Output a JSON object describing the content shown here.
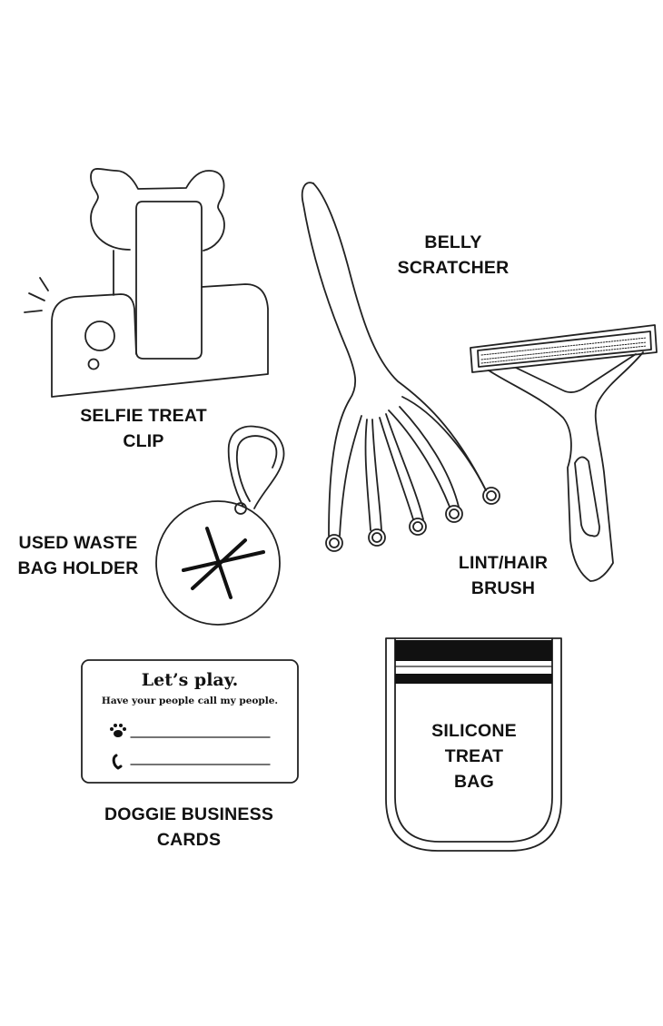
{
  "items": [
    {
      "id": "selfie-treat-clip",
      "label_lines": [
        "SELFIE TREAT",
        "CLIP"
      ]
    },
    {
      "id": "belly-scratcher",
      "label_lines": [
        "BELLY",
        "SCRATCHER"
      ]
    },
    {
      "id": "lint-hair-brush",
      "label_lines": [
        "LINT/HAIR",
        "BRUSH"
      ]
    },
    {
      "id": "used-waste-bag-holder",
      "label_lines": [
        "USED WASTE",
        "BAG HOLDER"
      ]
    },
    {
      "id": "doggie-business-cards",
      "label_lines": [
        "DOGGIE BUSINESS",
        "CARDS"
      ]
    },
    {
      "id": "silicone-treat-bag",
      "label_lines": [
        "SILICONE",
        "TREAT",
        "BAG"
      ]
    }
  ],
  "business_card": {
    "title": "Let’s play.",
    "subtitle": "Have your people call my people.",
    "field_icons": [
      "paw-icon",
      "phone-icon"
    ]
  },
  "colors": {
    "line": "#222222",
    "background": "#ffffff"
  }
}
